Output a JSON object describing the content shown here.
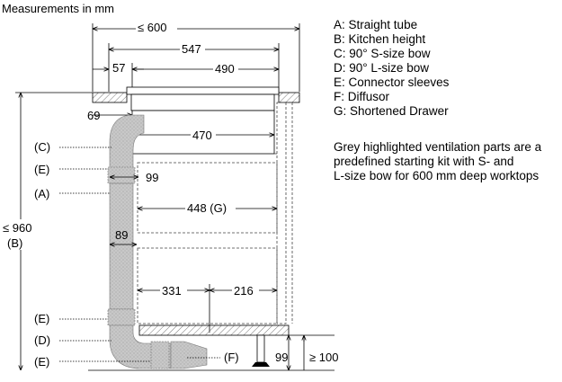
{
  "diagram": {
    "title": "Measurements in mm",
    "dimensions": {
      "overall_width": "≤ 600",
      "hob_width": "547",
      "offset_left": "57",
      "cutout_width": "490",
      "inner_width": "470",
      "side_offset": "69",
      "sleeve_dim": "99",
      "drawer_width": "448 (G)",
      "tube_width": "89",
      "left_span": "331",
      "right_span": "216",
      "total_height": "≤ 960",
      "total_height_ref": "(B)",
      "plinth_height": "99",
      "plinth_min": "≥ 100"
    },
    "callouts": {
      "c": "(C)",
      "e1": "(E)",
      "a": "(A)",
      "e2": "(E)",
      "d": "(D)",
      "e3": "(E)",
      "f": "(F)"
    },
    "legend": [
      {
        "key": "A:",
        "text": "Straight tube"
      },
      {
        "key": "B:",
        "text": "Kitchen height"
      },
      {
        "key": "C:",
        "text": "90° S-size bow"
      },
      {
        "key": "D:",
        "text": "90° L-size bow"
      },
      {
        "key": "E:",
        "text": "Connector sleeves"
      },
      {
        "key": "F:",
        "text": "Diffusor"
      },
      {
        "key": "G:",
        "text": "Shortened Drawer"
      }
    ],
    "note_lines": [
      "Grey highlighted ventilation parts are a",
      "predefined starting kit with S- and",
      "L-size bow for 600 mm deep worktops"
    ]
  },
  "colors": {
    "line": "#000000",
    "grey_part": "#c8c8c8",
    "hatch": "#9a9a9a",
    "dashed": "#444444"
  }
}
